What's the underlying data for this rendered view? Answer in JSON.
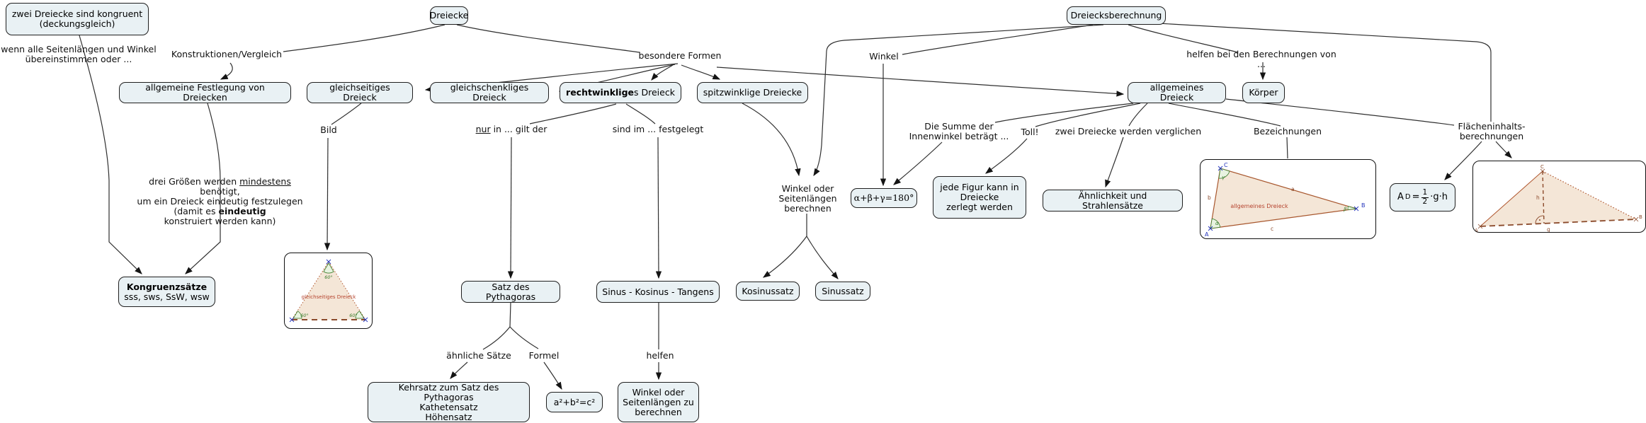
{
  "colors": {
    "node_fill": "#e9f1f4",
    "node_border": "#1f1f1f",
    "edge": "#2f2f2f",
    "triangle_fill": "#f4e6d7",
    "triangle_stroke": "#b0572f",
    "triangle_dark": "#8b4a2b",
    "angle_green": "#3a7d2c",
    "vertex_blue": "#2233bb",
    "caption_red": "#b5432e"
  },
  "nodes": {
    "kongruent": {
      "line1": "zwei Dreiecke sind kongruent",
      "line2": "(deckungsgleich)"
    },
    "dreiecke": {
      "label": "Dreiecke"
    },
    "dreiecksberechnung": {
      "label": "Dreiecksberechnung"
    },
    "allgemeine_festlegung": {
      "label": "allgemeine Festlegung von Dreiecken"
    },
    "gleichseitiges": {
      "label": "gleichseitiges Dreieck"
    },
    "gleichschenkliges": {
      "label": "gleichschenkliges Dreieck"
    },
    "rechtwinkliges": {
      "bold": "rechtwinklige",
      "rest": "s Dreieck"
    },
    "spitzwinklige": {
      "label": "spitzwinklige Dreiecke"
    },
    "allgemeines_dreieck": {
      "label": "allgemeines Dreieck"
    },
    "koerper": {
      "label": "Körper"
    },
    "innenwinkel_formel": {
      "label": "α+β+γ=180°"
    },
    "jede_figur": {
      "line1": "jede Figur kann in",
      "line2": "Dreiecke",
      "line3": "zerlegt werden"
    },
    "aehnlichkeit": {
      "label": "Ähnlichkeit und Strahlensätze"
    },
    "flaechenformel": {
      "a": "A",
      "sub": "D",
      "eq": "=",
      "num": "1",
      "den": "2",
      "rest": "·g·h"
    },
    "kongruenzsaetze": {
      "title": "Kongruenzsätze",
      "subtitle": "sss, sws, SsW, wsw"
    },
    "pythagoras": {
      "label": "Satz des Pythagoras"
    },
    "sinus_kosinus_tangens": {
      "label": "Sinus - Kosinus - Tangens"
    },
    "kosinussatz": {
      "label": "Kosinussatz"
    },
    "sinussatz": {
      "label": "Sinussatz"
    },
    "kehrsatz": {
      "line1": "Kehrsatz zum Satz des Pythagoras",
      "line2": "Kathetensatz",
      "line3": "Höhensatz"
    },
    "pythagoras_formel": {
      "label": "a²+b²=c²"
    },
    "winkel_seiten_zu_berechnen": {
      "line1": "Winkel oder",
      "line2": "Seitenlängen zu",
      "line3": "berechnen"
    }
  },
  "links": {
    "wenn_alle": {
      "line1": "wenn alle Seitenlängen und Winkel",
      "line2": "übereinstimmen oder ..."
    },
    "konstruktionen": "Konstruktionen/Vergleich",
    "besondere_formen": "besondere Formen",
    "winkel": "Winkel",
    "helfen_bei": "helfen bei den Berechnungen von ...",
    "bild": "Bild",
    "nur_in": {
      "u": "nur",
      "rest": " in ... gilt der"
    },
    "sind_im": "sind im ... festgelegt",
    "drei_groessen": {
      "l1a": "drei Größen werden ",
      "l1u": "mindestens",
      "l1b": " benötigt,",
      "line2": "um ein Dreieck eindeutig festzulegen",
      "l3a": "(damit es ",
      "l3b": "eindeutig",
      "line4": "konstruiert werden kann)"
    },
    "die_summe": {
      "line1": "Die Summe der",
      "line2": "Innenwinkel beträgt ..."
    },
    "toll": "Toll!",
    "zwei_verglichen": "zwei Dreiecke werden verglichen",
    "bezeichnungen": "Bezeichnungen",
    "flaecheninhalt": {
      "line1": "Flächeninhalts-",
      "line2": "berechnungen"
    },
    "winkel_oder": {
      "line1": "Winkel oder",
      "line2": "Seitenlängen",
      "line3": "berechnen"
    },
    "aehnliche_saetze": "ähnliche Sätze",
    "formel": "Formel",
    "helfen": "helfen"
  },
  "images": {
    "gleichseitig": {
      "caption": "gleichseitiges Dreieck",
      "angle1": "60°",
      "angle2": "60°",
      "angle3": "60°"
    },
    "bezeichnung": {
      "caption": "allgemeines Dreieck",
      "vA": "A",
      "vB": "B",
      "vC": "C",
      "sa": "a",
      "sb": "b",
      "sc": "c",
      "aa": "α",
      "ab": "β",
      "ag": "γ"
    },
    "flaeche": {
      "vA": "A",
      "vB": "B",
      "vC": "C",
      "h": "h",
      "g": "g"
    }
  }
}
